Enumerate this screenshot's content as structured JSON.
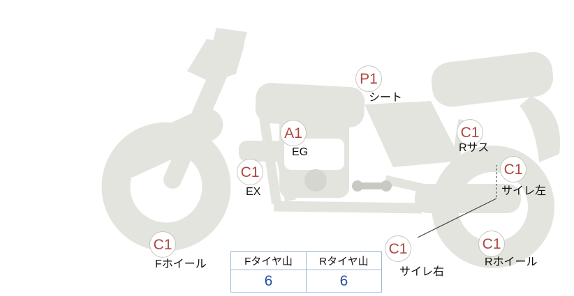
{
  "diagram": {
    "title": "motorcycle-condition-diagram",
    "markers": [
      {
        "code": "P1",
        "label": "シート"
      },
      {
        "code": "A1",
        "label": "EG"
      },
      {
        "code": "C1",
        "label": "Rサス"
      },
      {
        "code": "C1",
        "label": "EX"
      },
      {
        "code": "C1",
        "label": "サイレ左"
      },
      {
        "code": "C1",
        "label": "Fホイール"
      },
      {
        "code": "C1",
        "label": "サイレ右"
      },
      {
        "code": "C1",
        "label": "Rホイール"
      }
    ]
  },
  "tire_table": {
    "headers": [
      "Fタイヤ山",
      "Rタイヤ山"
    ],
    "values": [
      "6",
      "6"
    ]
  },
  "colors": {
    "marker_code_text": "#b0453e",
    "label_text": "#111111",
    "tire_value_text": "#1d4f9e",
    "table_border": "#9db6d2",
    "bike_fill": "#e4e4df",
    "bike_detail_fill": "#c9c9c3"
  }
}
